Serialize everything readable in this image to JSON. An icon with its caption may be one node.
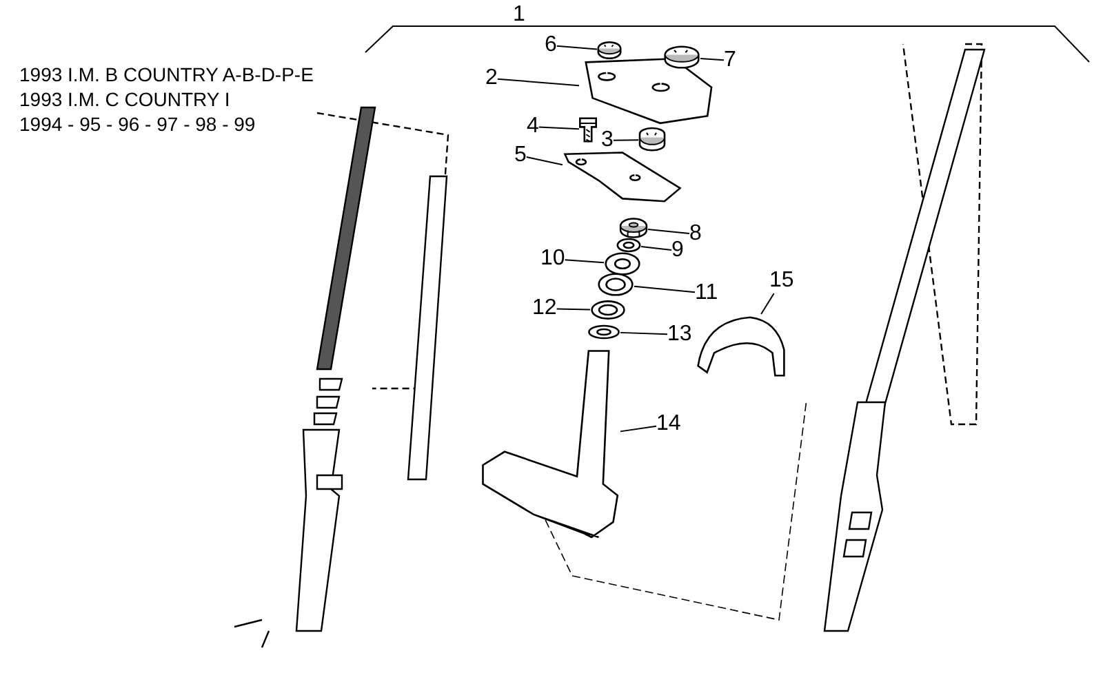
{
  "diagram": {
    "nodes": [
      {
        "text": [
          "2"
        ]
      },
      {
        "text": [
          "3"
        ]
      },
      {
        "text": [
          "4"
        ]
      },
      {
        "text": [
          "5"
        ]
      },
      {
        "text": [
          "6"
        ]
      },
      {
        "text": [
          "7"
        ]
      },
      {
        "text": [
          "8"
        ]
      },
      {
        "text": [
          "9"
        ]
      },
      {
        "text": [
          "10"
        ]
      },
      {
        "text": [
          "11"
        ]
      },
      {
        "text": [
          "12"
        ]
      },
      {
        "text": [
          "13"
        ]
      },
      {
        "text": [
          "14"
        ]
      },
      {
        "text": [
          "15"
        ]
      },
      {
        "text": [],
        "shape": "picture"
      },
      {
        "text": [],
        "shape": "picture"
      },
      {
        "text": [],
        "shape": "picture"
      },
      {
        "text": [],
        "shape": "picture"
      },
      {
        "text": [],
        "shape": "picture"
      },
      {
        "text": [],
        "shape": "picture"
      },
      {
        "text": [],
        "shape": "picture"
      },
      {
        "text": [],
        "shape": "picture"
      },
      {
        "text": [],
        "shape": "picture"
      },
      {
        "text": [],
        "shape": "picture"
      },
      {
        "text": [],
        "shape": "picture"
      },
      {
        "text": [],
        "shape": "picture"
      },
      {
        "text": [],
        "shape": "picture"
      },
      {
        "text": [],
        "shape": "picture"
      }
    ],
    "edges": [
      {
        "from": 0,
        "to": 14,
        "arrow": "none"
      },
      {
        "from": 1,
        "to": 15,
        "arrow": "none"
      },
      {
        "from": 2,
        "to": 16,
        "arrow": "none"
      },
      {
        "from": 3,
        "to": 17,
        "arrow": "none"
      },
      {
        "from": 4,
        "to": 18,
        "arrow": "none"
      },
      {
        "from": 5,
        "to": 19,
        "arrow": "none"
      },
      {
        "from": 6,
        "to": 20,
        "arrow": "none"
      },
      {
        "from": 7,
        "to": 21,
        "arrow": "none"
      },
      {
        "from": 8,
        "to": 22,
        "arrow": "none"
      },
      {
        "from": 9,
        "to": 23,
        "arrow": "none"
      },
      {
        "from": 10,
        "to": 24,
        "arrow": "none"
      },
      {
        "from": 11,
        "to": 25,
        "arrow": "none"
      },
      {
        "from": 12,
        "to": 26,
        "arrow": "none"
      },
      {
        "from": 13,
        "to": 27,
        "arrow": "none"
      }
    ],
    "labels": [
      "1",
      "1993 I.M. B COUNTRY A-B-D-P-E",
      "1993 I.M. C COUNTRY I",
      "1994 - 95 - 96 - 97 - 98 - 99"
    ]
  }
}
